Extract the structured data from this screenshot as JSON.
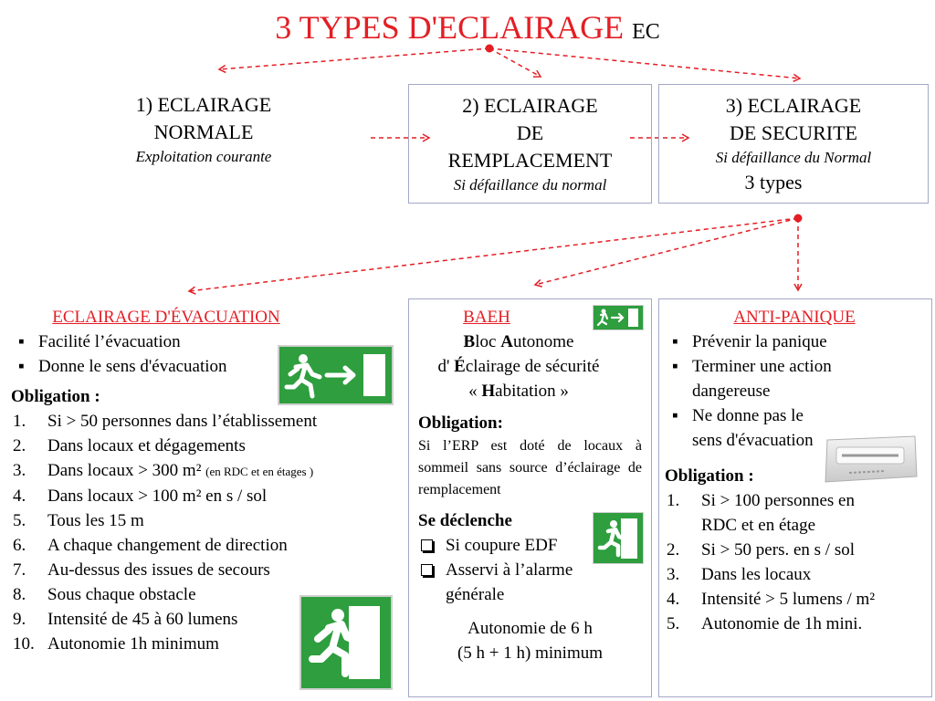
{
  "header": {
    "title": "3 TYPES D'ECLAIRAGE",
    "subtitle": "EC"
  },
  "colors": {
    "accent": "#e31e24",
    "sign_green": "#2e9e3e",
    "box_border": "#a3a8c8"
  },
  "top_boxes": [
    {
      "title_1": "1) ECLAIRAGE",
      "title_2": "NORMALE",
      "note": "Exploitation courante"
    },
    {
      "title_1": "2) ECLAIRAGE",
      "title_2": "DE",
      "title_3": "REMPLACEMENT",
      "note": "Si défaillance du normal"
    },
    {
      "title_1": "3) ECLAIRAGE",
      "title_2": "DE SECURITE",
      "note": "Si défaillance du  Normal",
      "extra": "3 types"
    }
  ],
  "evacuation": {
    "title": "ECLAIRAGE D'ÉVACUATION",
    "bullets": [
      "Facilité l’évacuation",
      "Donne le sens d'évacuation"
    ],
    "obligation_label": "Obligation :",
    "items": [
      {
        "n": "1.",
        "text": "Si > 50 personnes dans l’établissement"
      },
      {
        "n": "2.",
        "text": "Dans locaux et dégagements"
      },
      {
        "n": "3.",
        "text": "Dans locaux  > 300 m²",
        "note": "(en RDC et en étages )"
      },
      {
        "n": "4.",
        "text": "Dans locaux > 100 m² en s / sol"
      },
      {
        "n": "5.",
        "text": "Tous les 15 m"
      },
      {
        "n": "6.",
        "text": "A chaque changement de direction"
      },
      {
        "n": "7.",
        "text": "Au-dessus des issues de secours"
      },
      {
        "n": "8.",
        "text": "Sous chaque obstacle"
      },
      {
        "n": "9.",
        "text": "Intensité de 45 à 60 lumens"
      },
      {
        "n": "10.",
        "text": "Autonomie 1h minimum"
      }
    ]
  },
  "baeh": {
    "title": "BAEH",
    "line1_b": "B",
    "line1_r": "loc ",
    "line1_b2": "A",
    "line1_r2": "utonome",
    "line2_r": "d' ",
    "line2_b": "É",
    "line2_r2": "clairage de sécurité",
    "line3_r": "« ",
    "line3_b": "H",
    "line3_r2": "abitation »",
    "obligation_label": "Obligation:",
    "obligation_text": "Si l’ERP est doté de locaux à sommeil sans source d’éclairage de remplacement",
    "trigger_label": "Se déclenche",
    "triggers": [
      "Si coupure EDF",
      "Asservi à l’alarme générale"
    ],
    "autonomy_1": "Autonomie de 6 h",
    "autonomy_2": "(5 h + 1 h) minimum"
  },
  "antipanique": {
    "title": "ANTI-PANIQUE",
    "bullets": [
      "Prévenir la panique",
      "Terminer une action dangereuse",
      "Ne donne pas le sens d'évacuation"
    ],
    "obligation_label": "Obligation :",
    "items": [
      {
        "n": "1.",
        "text_1": "Si > 100 personnes en",
        "text_2": "RDC et en étage"
      },
      {
        "n": "2.",
        "text_1": "Si > 50 pers. en s / sol"
      },
      {
        "n": "3.",
        "text_1": "Dans les locaux"
      },
      {
        "n": "4.",
        "text_1": "Intensité > 5 lumens / m²"
      },
      {
        "n": "5.",
        "text_1": "Autonomie de 1h mini."
      }
    ]
  }
}
